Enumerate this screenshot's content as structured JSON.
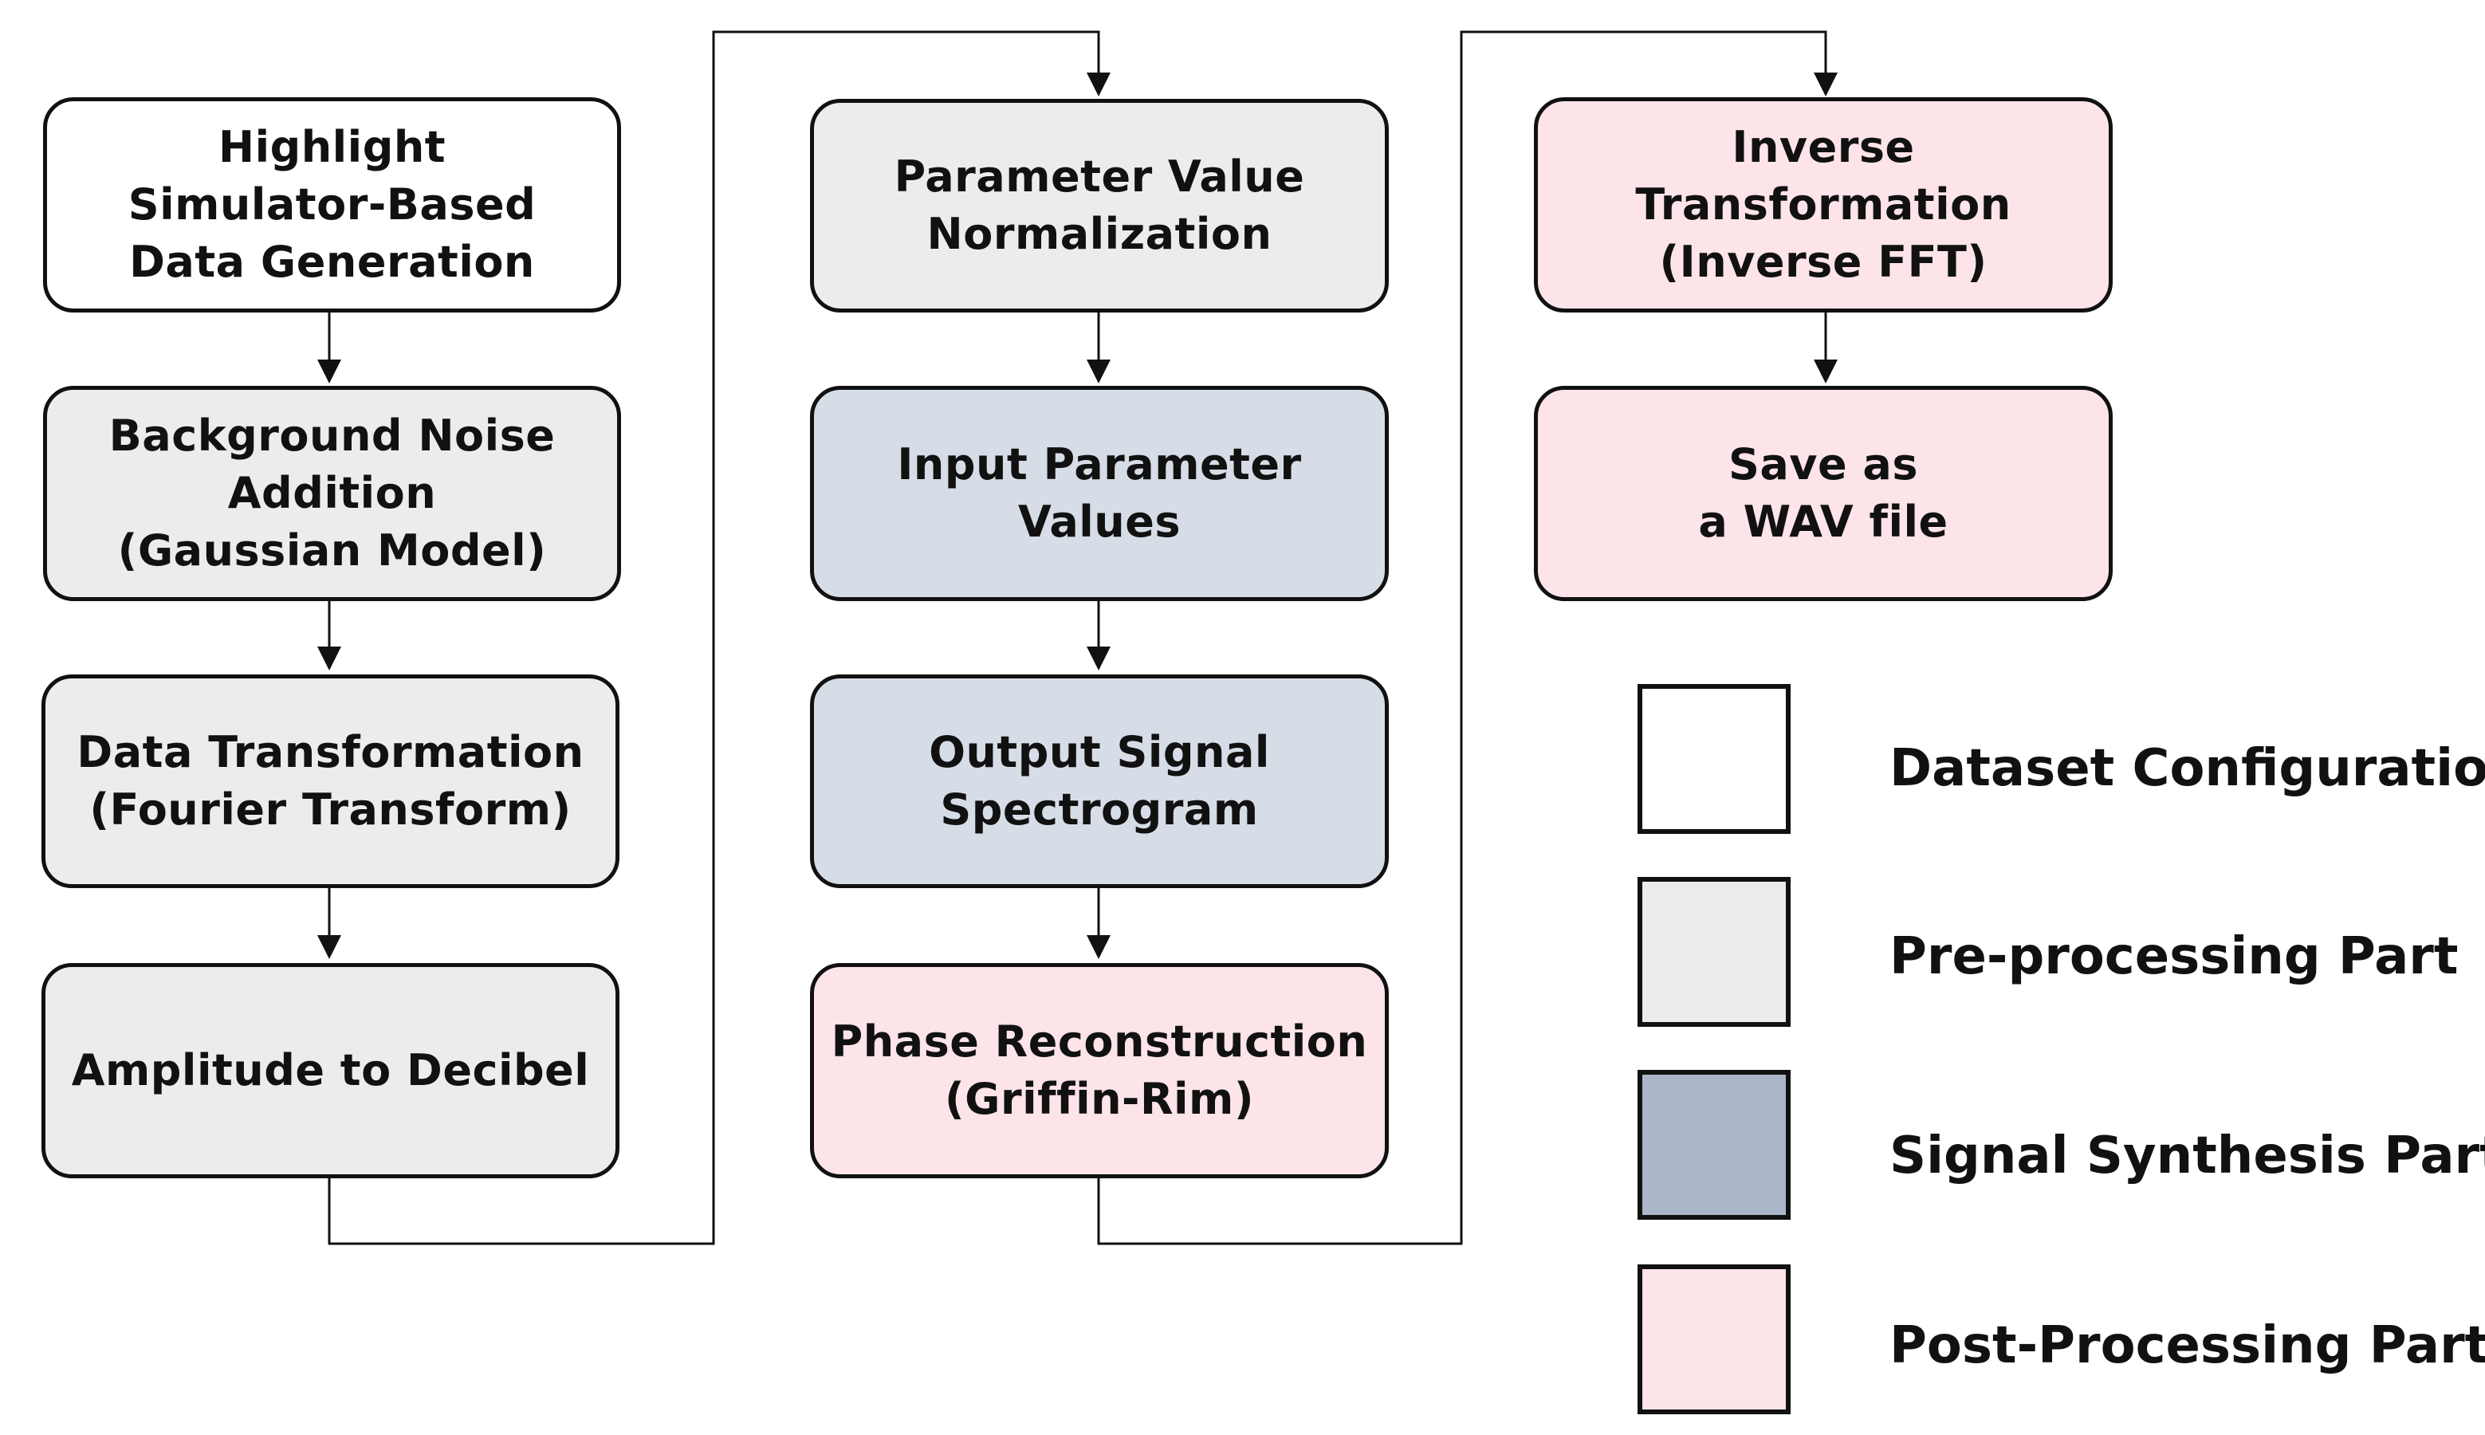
{
  "flow": {
    "column1": [
      {
        "lines": [
          "Highlight",
          "Simulator-Based",
          "Data Generation"
        ],
        "category": "dataset"
      },
      {
        "lines": [
          "Background Noise",
          "Addition",
          "(Gaussian Model)"
        ],
        "category": "pre"
      },
      {
        "lines": [
          "Data Transformation",
          "(Fourier Transform)"
        ],
        "category": "pre"
      },
      {
        "lines": [
          "Amplitude to Decibel"
        ],
        "category": "pre"
      }
    ],
    "column2": [
      {
        "lines": [
          "Parameter Value",
          "Normalization"
        ],
        "category": "pre"
      },
      {
        "lines": [
          "Input Parameter",
          "Values"
        ],
        "category": "synth"
      },
      {
        "lines": [
          "Output Signal",
          "Spectrogram"
        ],
        "category": "synth"
      },
      {
        "lines": [
          "Phase Reconstruction",
          "(Griffin-Rim)"
        ],
        "category": "post"
      }
    ],
    "column3": [
      {
        "lines": [
          "Inverse",
          "Transformation",
          "(Inverse FFT)"
        ],
        "category": "post"
      },
      {
        "lines": [
          "Save as",
          "a WAV file"
        ],
        "category": "post"
      }
    ]
  },
  "legend": [
    {
      "label": "Dataset Configuration",
      "category": "dataset"
    },
    {
      "label": "Pre-processing Part",
      "category": "pre"
    },
    {
      "label": "Signal Synthesis Part",
      "category": "synth"
    },
    {
      "label": "Post-Processing Part",
      "category": "post"
    }
  ],
  "colors": {
    "dataset": "#ffffff",
    "pre": "#ececec",
    "synth": "#d6dde6",
    "synth_legend": "#abb6c8",
    "post": "#fde4e8",
    "stroke": "#111111"
  }
}
